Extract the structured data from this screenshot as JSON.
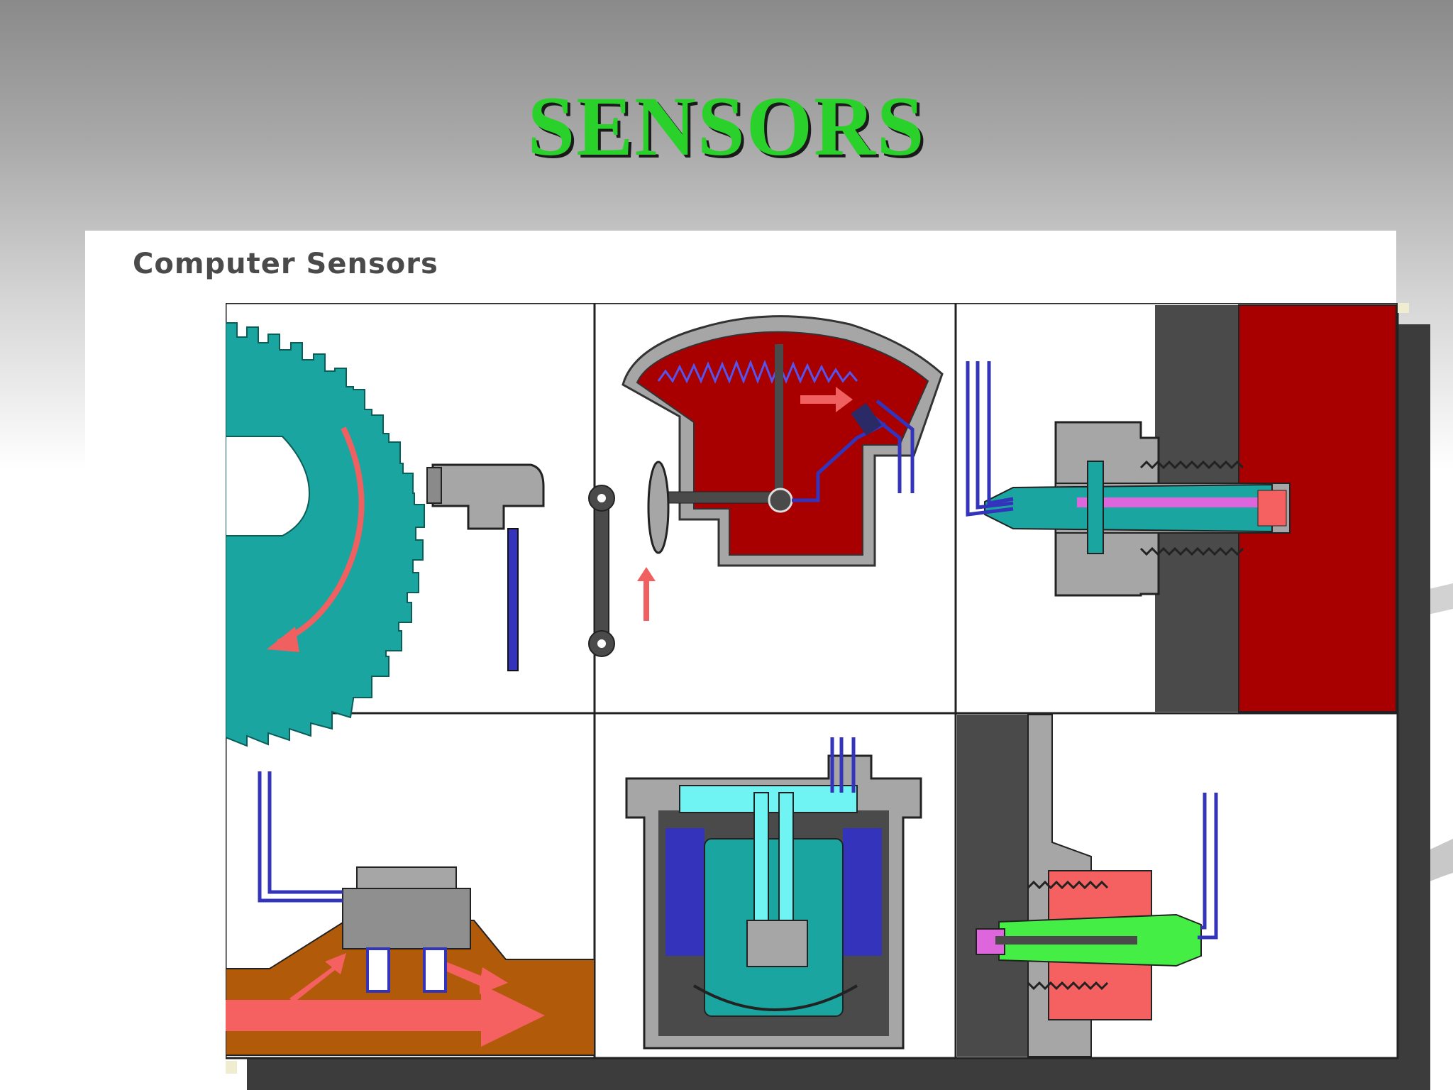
{
  "slide": {
    "title": "SENSORS"
  },
  "panel": {
    "heading": "Computer Sensors"
  },
  "figure": {
    "cells": [
      {
        "row": 1,
        "col": 1,
        "depicts": "toothed-wheel-pickup"
      },
      {
        "row": 1,
        "col": 2,
        "depicts": "linkage-potentiometer"
      },
      {
        "row": 1,
        "col": 3,
        "depicts": "threaded-probe-in-wall"
      },
      {
        "row": 2,
        "col": 1,
        "depicts": "flow-sensor"
      },
      {
        "row": 2,
        "col": 2,
        "depicts": "pressure-capsule"
      },
      {
        "row": 2,
        "col": 3,
        "depicts": "threaded-probe-green-element"
      }
    ],
    "colors": {
      "wheel": "#1aa5a0",
      "wall_red": "#a80000",
      "wire_blue": "#3333bb",
      "arrow_red": "#f06060",
      "body_gray": "#a6a6a6",
      "dark_gray": "#4a4a4a",
      "flow_brown": "#b05a0a",
      "cyan": "#6ff3f3",
      "magenta": "#dd66dd",
      "green": "#44ee44",
      "salmon": "#f56060"
    }
  }
}
